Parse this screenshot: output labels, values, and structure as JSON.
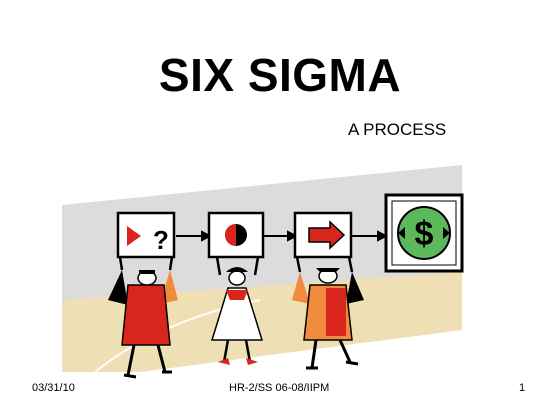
{
  "slide": {
    "title": "SIX SIGMA",
    "subtitle": "A PROCESS"
  },
  "illustration": {
    "signs": [
      {
        "icon": "question-icon"
      },
      {
        "icon": "half-circle-icon"
      },
      {
        "icon": "arrow-right-icon"
      },
      {
        "icon": "dollar-icon"
      }
    ],
    "colors": {
      "accent_red": "#d8261c",
      "accent_orange": "#f08a3c",
      "money_green": "#5cb85c",
      "floor_tan": "#eedfb4",
      "wall_grey": "#dcdcdc"
    }
  },
  "footer": {
    "date": "03/31/10",
    "center": "HR-2/SS 06-08/IIPM",
    "page": "1"
  }
}
